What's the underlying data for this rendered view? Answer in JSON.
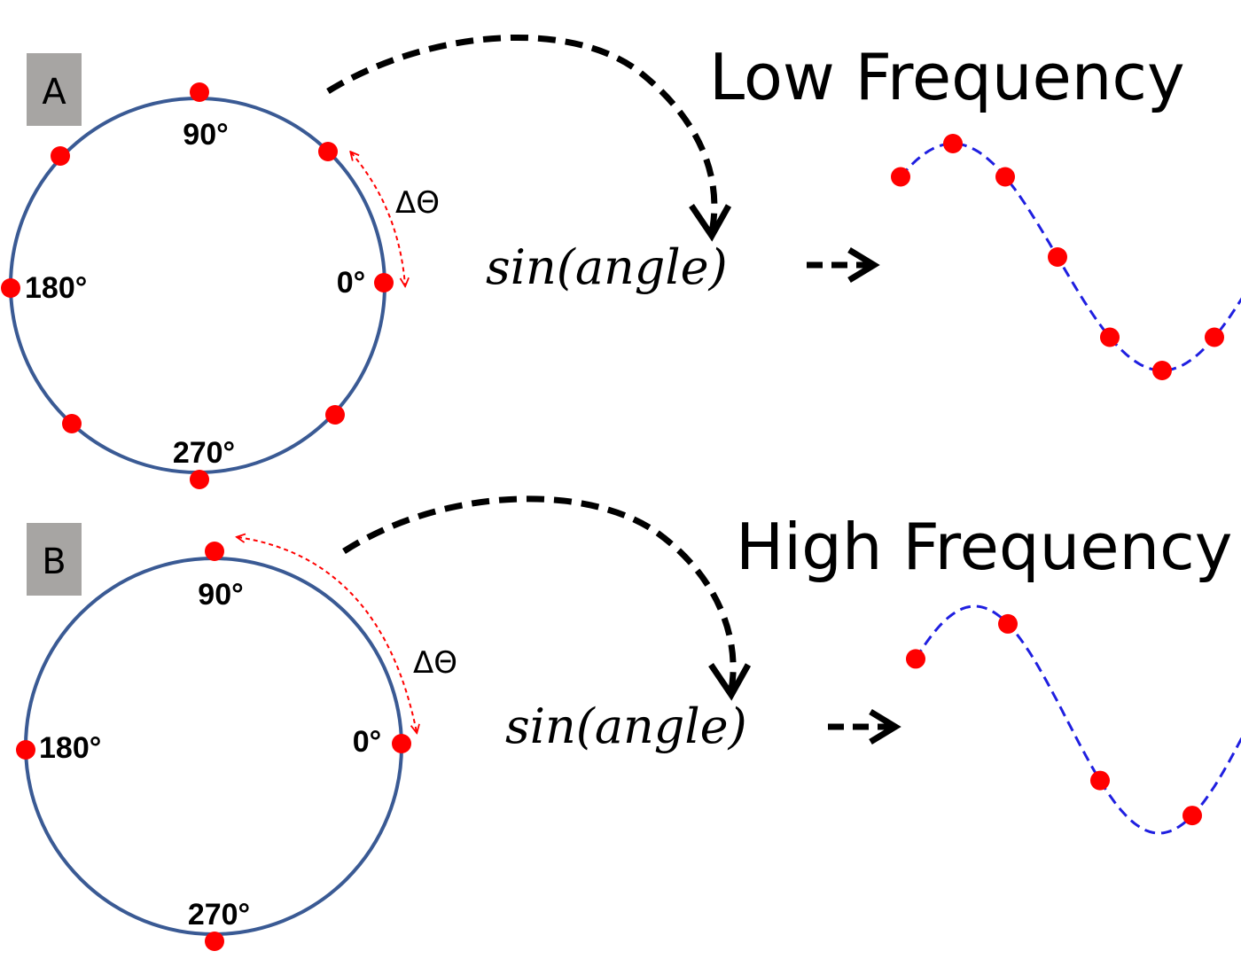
{
  "colors": {
    "circle": "#3a5a94",
    "dot": "#ff0000",
    "delta_arrow": "#ff0000",
    "wave": "#1f1fe0",
    "curved_arrow": "#000000",
    "badge_bg": "#a7a5a3"
  },
  "panels": [
    {
      "letter": "A",
      "title": "Low Frequency",
      "formula": "sin(angle)",
      "delta_label": "ΔΘ",
      "angles": {
        "deg0": "0°",
        "deg90": "90°",
        "deg180": "180°",
        "deg270": "270°"
      },
      "sample_step_deg": 45,
      "wave_sample_count": 7
    },
    {
      "letter": "B",
      "title": "High Frequency",
      "formula": "sin(angle)",
      "delta_label": "ΔΘ",
      "angles": {
        "deg0": "0°",
        "deg90": "90°",
        "deg180": "180°",
        "deg270": "270°"
      },
      "sample_step_deg": 90,
      "wave_sample_count": 4
    }
  ]
}
